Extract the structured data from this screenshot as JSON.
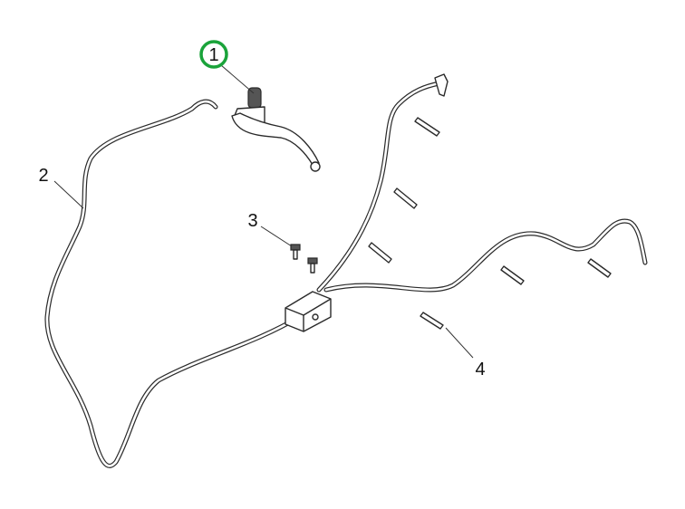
{
  "diagram": {
    "callouts": [
      {
        "label": "1",
        "part": "brake-lever",
        "highlighted": true
      },
      {
        "label": "2",
        "part": "cable"
      },
      {
        "label": "3",
        "part": "bolt"
      },
      {
        "label": "4",
        "part": "cable-clip"
      }
    ],
    "highlight_color": "#1aa33a"
  }
}
